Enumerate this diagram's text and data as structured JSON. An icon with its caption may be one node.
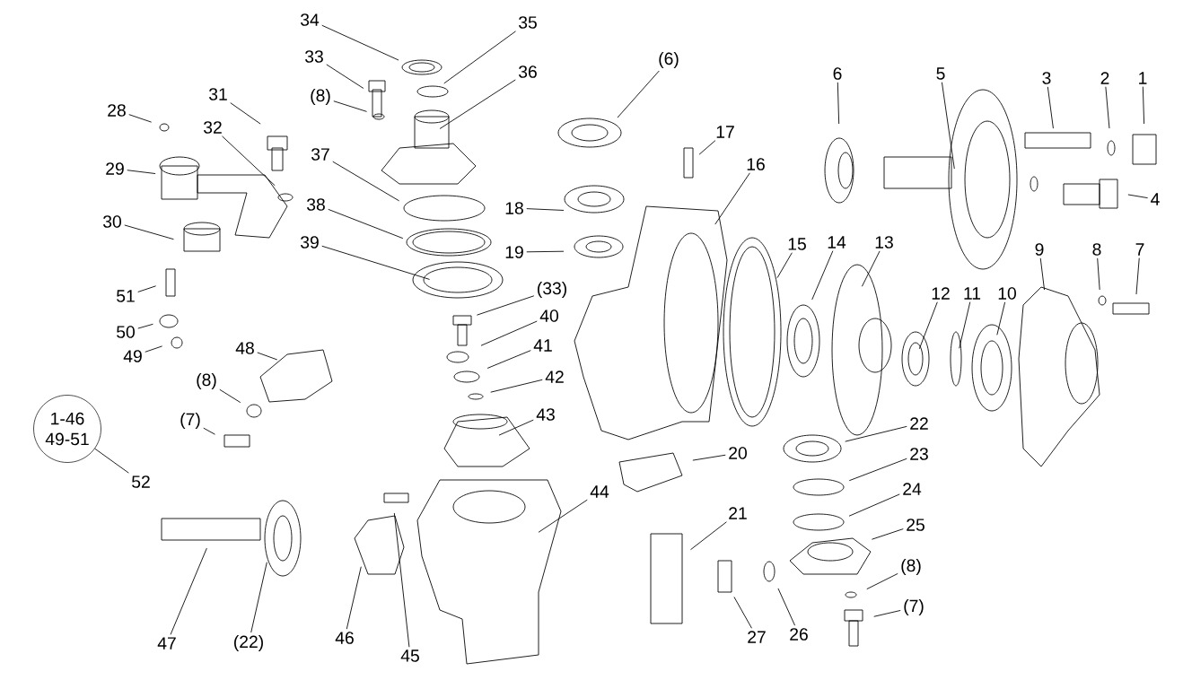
{
  "diagram": {
    "nodes": [
      {
        "text": [
          "28"
        ]
      },
      {
        "text": [
          "34"
        ]
      },
      {
        "text": [
          "35"
        ]
      },
      {
        "text": [
          "(6)"
        ]
      },
      {
        "text": [
          "6"
        ]
      },
      {
        "text": [
          "5"
        ]
      },
      {
        "text": [
          "3"
        ]
      },
      {
        "text": [
          "2"
        ]
      },
      {
        "text": [
          "1"
        ]
      },
      {
        "text": [
          "33"
        ]
      },
      {
        "text": [
          "36"
        ]
      },
      {
        "text": [
          "31"
        ]
      },
      {
        "text": [
          "(8)"
        ]
      },
      {
        "text": [
          "32"
        ]
      },
      {
        "text": [
          "17"
        ]
      },
      {
        "text": [
          "37"
        ]
      },
      {
        "text": [
          "16"
        ]
      },
      {
        "text": [
          "29"
        ]
      },
      {
        "text": [
          "4"
        ]
      },
      {
        "text": [
          "18"
        ]
      },
      {
        "text": [
          "38"
        ]
      },
      {
        "text": [
          "30"
        ]
      },
      {
        "text": [
          "39"
        ]
      },
      {
        "text": [
          "15"
        ]
      },
      {
        "text": [
          "14"
        ]
      },
      {
        "text": [
          "13"
        ]
      },
      {
        "text": [
          "9"
        ]
      },
      {
        "text": [
          "8"
        ]
      },
      {
        "text": [
          "7"
        ]
      },
      {
        "text": [
          "19"
        ]
      },
      {
        "text": [
          "(33)"
        ]
      },
      {
        "text": [
          "12"
        ]
      },
      {
        "text": [
          "11"
        ]
      },
      {
        "text": [
          "10"
        ]
      },
      {
        "text": [
          "51"
        ]
      },
      {
        "text": [
          "40"
        ]
      },
      {
        "text": [
          "50"
        ]
      },
      {
        "text": [
          "41"
        ]
      },
      {
        "text": [
          "48"
        ]
      },
      {
        "text": [
          "49"
        ]
      },
      {
        "text": [
          "42"
        ]
      },
      {
        "text": [
          "(8)"
        ]
      },
      {
        "text": [
          "43"
        ]
      },
      {
        "text": [
          "(7)"
        ]
      },
      {
        "text": [
          "22"
        ]
      },
      {
        "text": [
          "20"
        ]
      },
      {
        "text": [
          "23"
        ]
      },
      {
        "text": [
          "1-46",
          "49-51"
        ]
      },
      {
        "text": [
          "52"
        ]
      },
      {
        "text": [
          "24"
        ]
      },
      {
        "text": [
          "44"
        ]
      },
      {
        "text": [
          "21"
        ]
      },
      {
        "text": [
          "25"
        ]
      },
      {
        "text": [
          "(8)"
        ]
      },
      {
        "text": [
          "(7)"
        ]
      },
      {
        "text": [
          "26"
        ]
      },
      {
        "text": [
          "27"
        ]
      },
      {
        "text": [
          "46"
        ]
      },
      {
        "text": [
          "47"
        ]
      },
      {
        "text": [
          "(22)"
        ]
      },
      {
        "text": [
          "45"
        ]
      }
    ],
    "edges": [
      {
        "from": 0,
        "to": null,
        "arrow": "none"
      },
      {
        "from": 1,
        "to": null,
        "arrow": "none"
      },
      {
        "from": 2,
        "to": null,
        "arrow": "none"
      },
      {
        "from": 3,
        "to": null,
        "arrow": "none"
      },
      {
        "from": 4,
        "to": null,
        "arrow": "none"
      },
      {
        "from": 5,
        "to": null,
        "arrow": "none"
      },
      {
        "from": 6,
        "to": null,
        "arrow": "none"
      },
      {
        "from": 7,
        "to": null,
        "arrow": "none"
      },
      {
        "from": 8,
        "to": null,
        "arrow": "none"
      },
      {
        "from": 9,
        "to": null,
        "arrow": "none"
      },
      {
        "from": 10,
        "to": null,
        "arrow": "none"
      },
      {
        "from": 11,
        "to": null,
        "arrow": "none"
      },
      {
        "from": 12,
        "to": null,
        "arrow": "none"
      },
      {
        "from": 13,
        "to": null,
        "arrow": "none"
      },
      {
        "from": 14,
        "to": null,
        "arrow": "none"
      },
      {
        "from": 15,
        "to": null,
        "arrow": "none"
      },
      {
        "from": 16,
        "to": null,
        "arrow": "none"
      },
      {
        "from": 17,
        "to": null,
        "arrow": "none"
      },
      {
        "from": 18,
        "to": null,
        "arrow": "none"
      },
      {
        "from": 19,
        "to": null,
        "arrow": "none"
      },
      {
        "from": 20,
        "to": null,
        "arrow": "none"
      },
      {
        "from": 21,
        "to": null,
        "arrow": "none"
      },
      {
        "from": 22,
        "to": null,
        "arrow": "none"
      },
      {
        "from": 23,
        "to": null,
        "arrow": "none"
      },
      {
        "from": 24,
        "to": null,
        "arrow": "none"
      },
      {
        "from": 25,
        "to": null,
        "arrow": "none"
      },
      {
        "from": 26,
        "to": null,
        "arrow": "none"
      },
      {
        "from": 27,
        "to": null,
        "arrow": "none"
      },
      {
        "from": 28,
        "to": null,
        "arrow": "none"
      },
      {
        "from": 29,
        "to": null,
        "arrow": "none"
      },
      {
        "from": 30,
        "to": null,
        "arrow": "none"
      },
      {
        "from": 31,
        "to": null,
        "arrow": "none"
      },
      {
        "from": 32,
        "to": null,
        "arrow": "none"
      },
      {
        "from": 33,
        "to": null,
        "arrow": "none"
      },
      {
        "from": 34,
        "to": null,
        "arrow": "none"
      },
      {
        "from": 35,
        "to": null,
        "arrow": "none"
      },
      {
        "from": 36,
        "to": null,
        "arrow": "none"
      },
      {
        "from": 37,
        "to": null,
        "arrow": "none"
      },
      {
        "from": 38,
        "to": null,
        "arrow": "none"
      },
      {
        "from": 39,
        "to": null,
        "arrow": "none"
      },
      {
        "from": 40,
        "to": null,
        "arrow": "none"
      },
      {
        "from": 41,
        "to": null,
        "arrow": "none"
      },
      {
        "from": 42,
        "to": null,
        "arrow": "none"
      },
      {
        "from": 43,
        "to": null,
        "arrow": "none"
      },
      {
        "from": 44,
        "to": null,
        "arrow": "none"
      },
      {
        "from": 45,
        "to": null,
        "arrow": "none"
      },
      {
        "from": 46,
        "to": null,
        "arrow": "none"
      },
      {
        "from": 48,
        "to": 47,
        "arrow": "none"
      },
      {
        "from": 49,
        "to": null,
        "arrow": "none"
      },
      {
        "from": 50,
        "to": null,
        "arrow": "none"
      },
      {
        "from": 51,
        "to": null,
        "arrow": "none"
      },
      {
        "from": 52,
        "to": null,
        "arrow": "none"
      },
      {
        "from": 53,
        "to": null,
        "arrow": "none"
      },
      {
        "from": 54,
        "to": null,
        "arrow": "none"
      },
      {
        "from": 55,
        "to": null,
        "arrow": "none"
      },
      {
        "from": 56,
        "to": null,
        "arrow": "none"
      },
      {
        "from": 57,
        "to": null,
        "arrow": "none"
      },
      {
        "from": 58,
        "to": null,
        "arrow": "none"
      },
      {
        "from": 59,
        "to": null,
        "arrow": "none"
      },
      {
        "from": 60,
        "to": null,
        "arrow": "none"
      }
    ]
  }
}
